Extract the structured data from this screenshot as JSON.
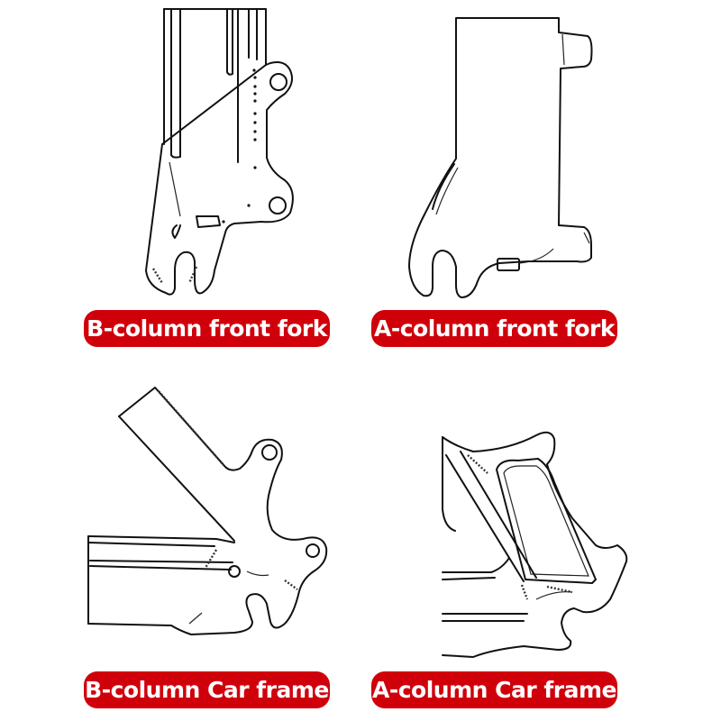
{
  "panels": [
    {
      "id": "b-column-front-fork",
      "label": "B-column front fork"
    },
    {
      "id": "a-column-front-fork",
      "label": "A-column front fork"
    },
    {
      "id": "b-column-car-frame",
      "label": "B-column Car frame"
    },
    {
      "id": "a-column-car-frame",
      "label": "A-column Car frame"
    }
  ],
  "colors": {
    "label_background": "#d0000b",
    "label_text": "#ffffff",
    "line_art": "#111111",
    "page_background": "#ffffff"
  }
}
